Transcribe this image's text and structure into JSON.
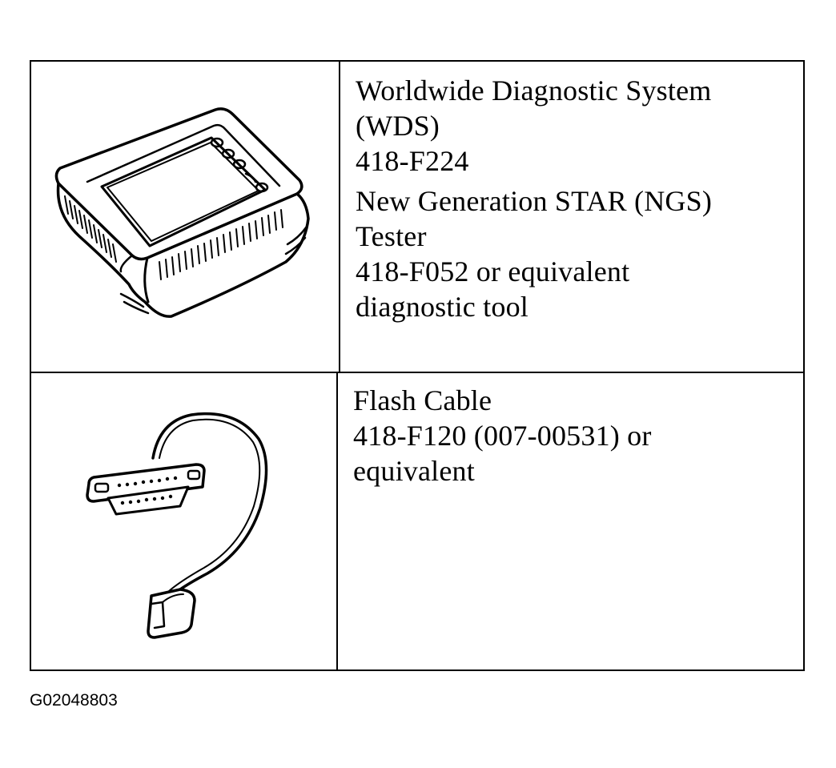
{
  "tools": [
    {
      "illustration": "diagnostic-tester-icon",
      "entries": [
        {
          "lines": [
            "Worldwide Diagnostic System",
            "(WDS)",
            "418-F224"
          ]
        },
        {
          "lines": [
            "New Generation STAR (NGS)",
            "Tester",
            "418-F052 or equivalent",
            "diagnostic tool"
          ]
        }
      ]
    },
    {
      "illustration": "flash-cable-icon",
      "entries": [
        {
          "lines": [
            "Flash Cable",
            "418-F120 (007-00531) or",
            "equivalent"
          ]
        }
      ]
    }
  ],
  "figure_id": "G02048803"
}
